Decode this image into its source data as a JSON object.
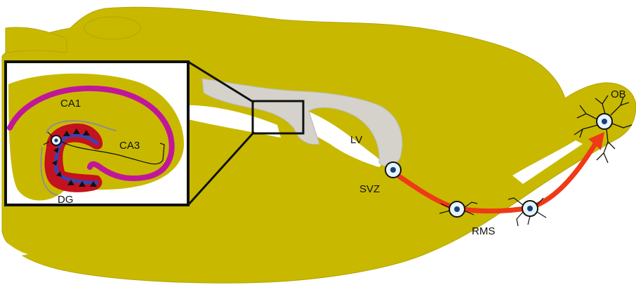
{
  "labels": {
    "ca1": "CA1",
    "ca3": "CA3",
    "dg": "DG",
    "lv": "LV",
    "svz": "SVZ",
    "rms": "RMS",
    "ob": "OB"
  },
  "colors": {
    "brain": "#c8b900",
    "ventricle": "#d4d2cb",
    "ca_layer": "#c0179a",
    "dentate_outer": "#c4121e",
    "dentate_inner": "#3a42b4",
    "migration_arrow": "#ee3a16",
    "cell_fill": "#e6f4fb",
    "outline": "#111111"
  },
  "icons": {
    "neuron": "neuron-cell-icon"
  }
}
